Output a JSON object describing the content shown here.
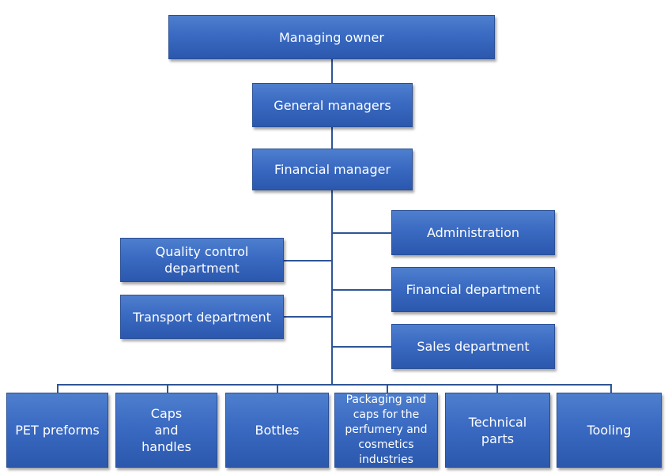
{
  "org_chart": {
    "top": "Managing owner",
    "general": "General managers",
    "financial_manager": "Financial manager",
    "left_departments": [
      "Quality control\ndepartment",
      "Transport department"
    ],
    "right_departments": [
      "Administration",
      "Financial department",
      "Sales department"
    ],
    "divisions": [
      "PET preforms",
      "Caps\nand\nhandles",
      "Bottles",
      "Packaging and\ncaps for the\nperfumery and\ncosmetics\nindustries",
      "Technical parts",
      "Tooling"
    ]
  },
  "colors": {
    "box_fill": "#3a6ac2",
    "box_text": "#ffffff",
    "connector": "#2f5597"
  }
}
